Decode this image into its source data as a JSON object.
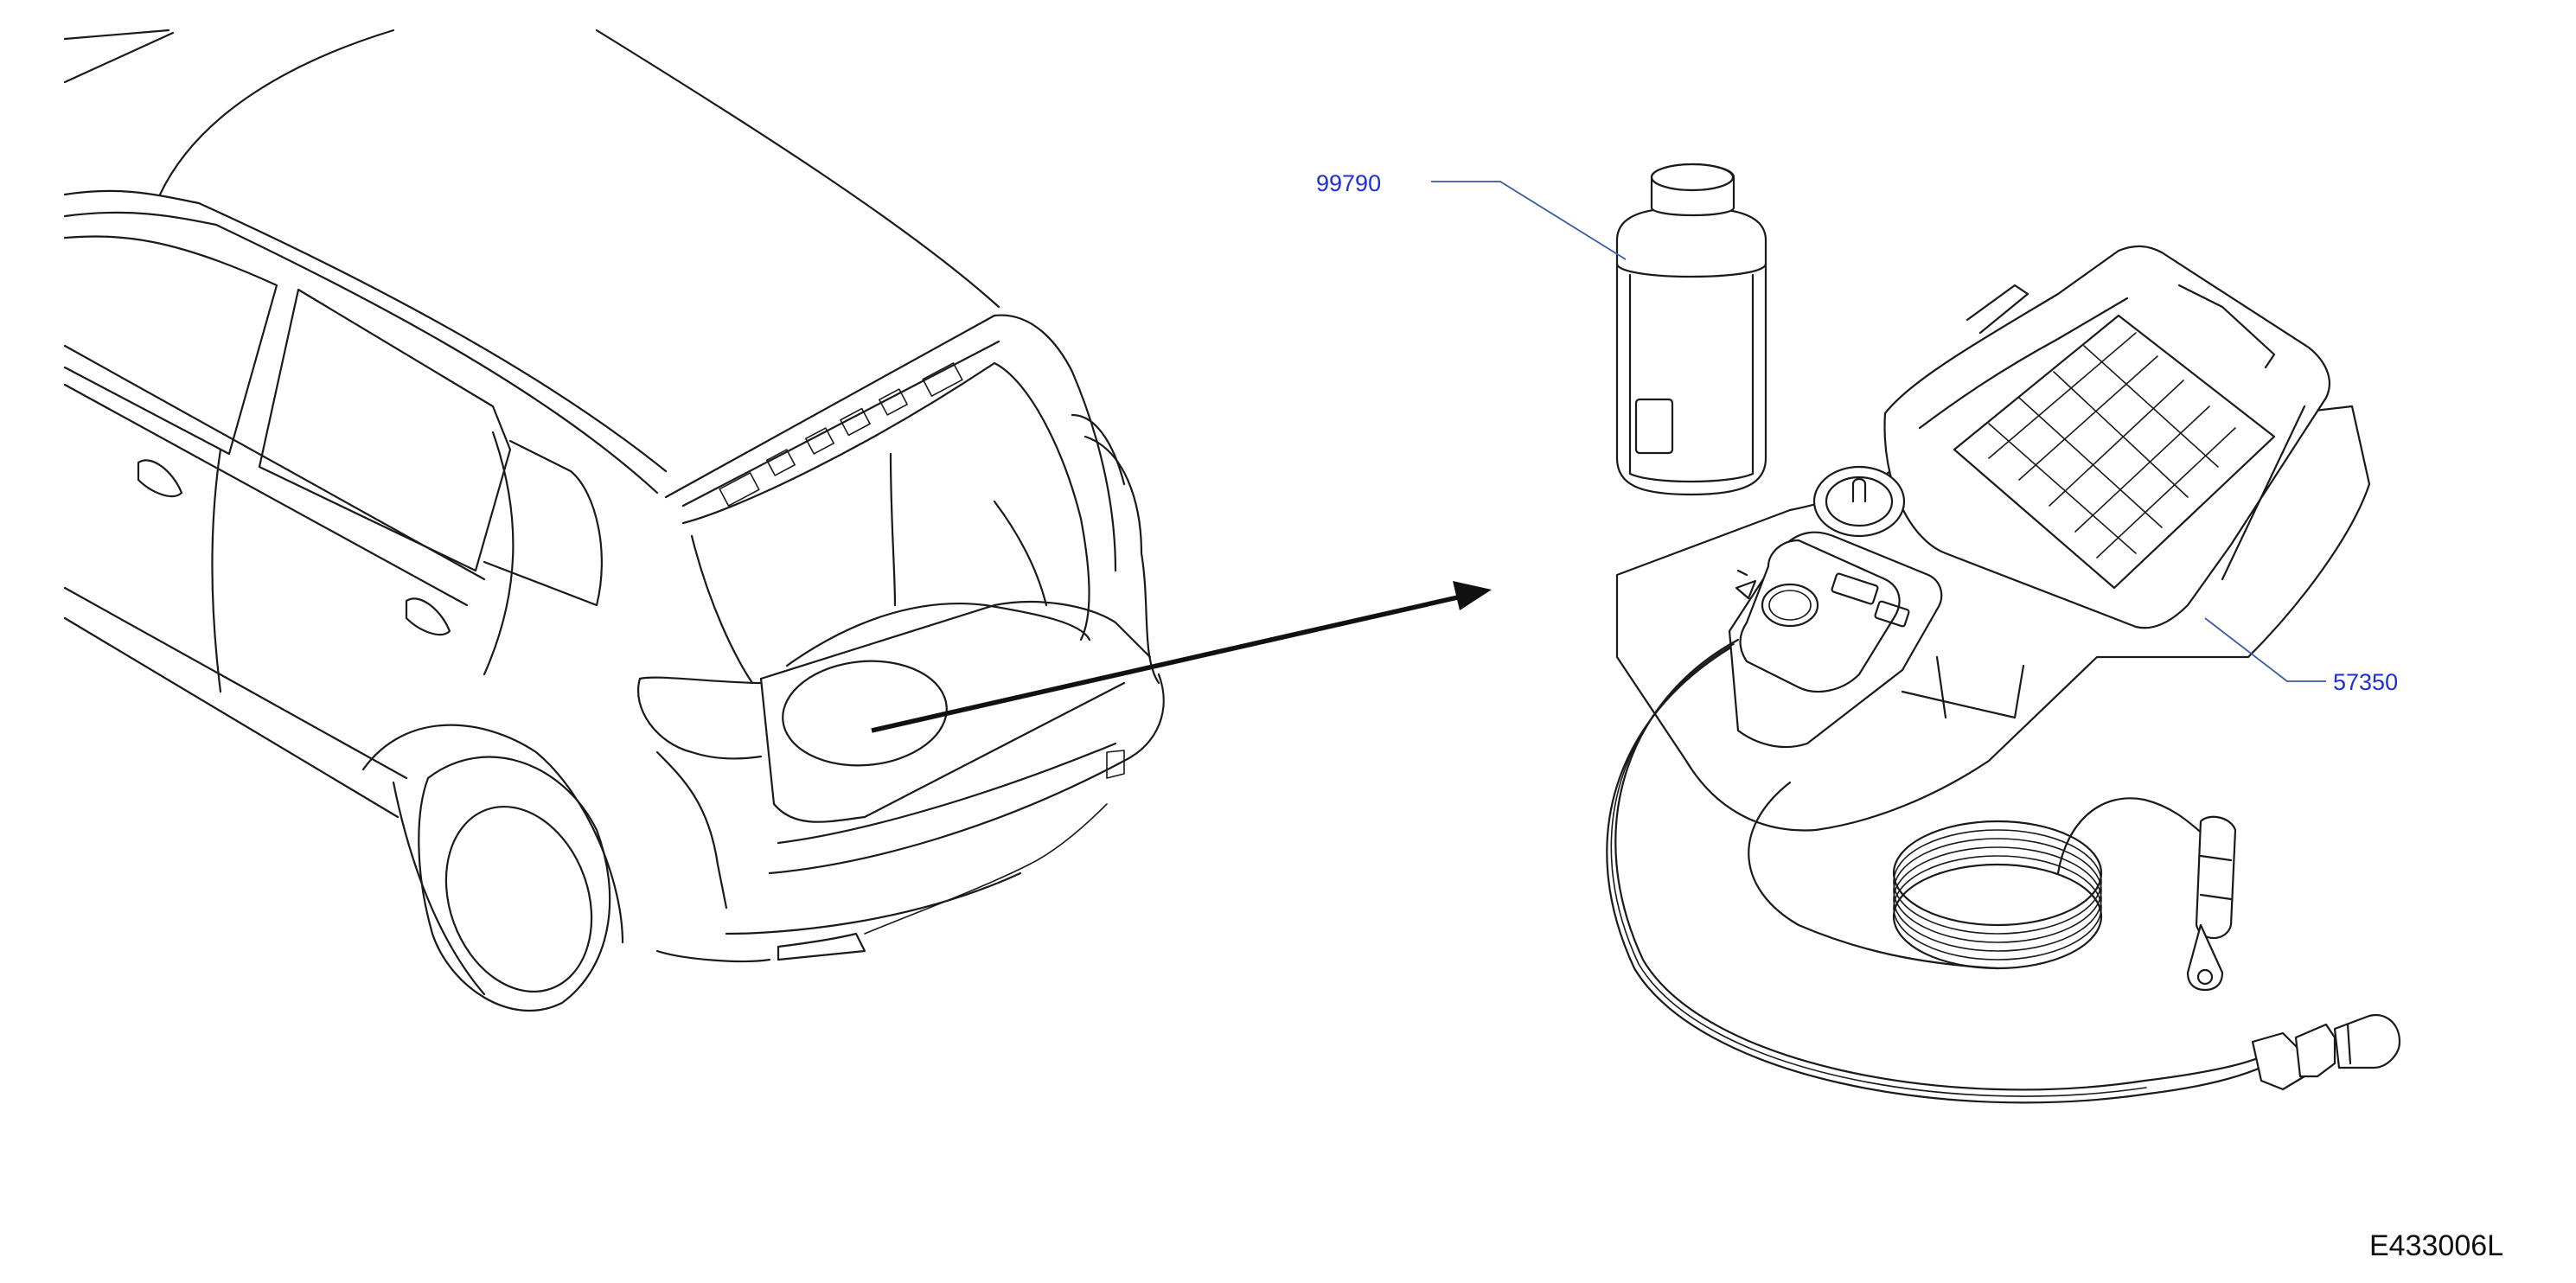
{
  "callouts": [
    {
      "id": "bottle",
      "label": "99790"
    },
    {
      "id": "repair-kit",
      "label": "57350"
    }
  ],
  "figure_id": "E433006L",
  "colors": {
    "line": "#1a1a1a",
    "callout_text": "#1d2fd8",
    "leader": "#3a5aa8",
    "background": "#ffffff"
  }
}
